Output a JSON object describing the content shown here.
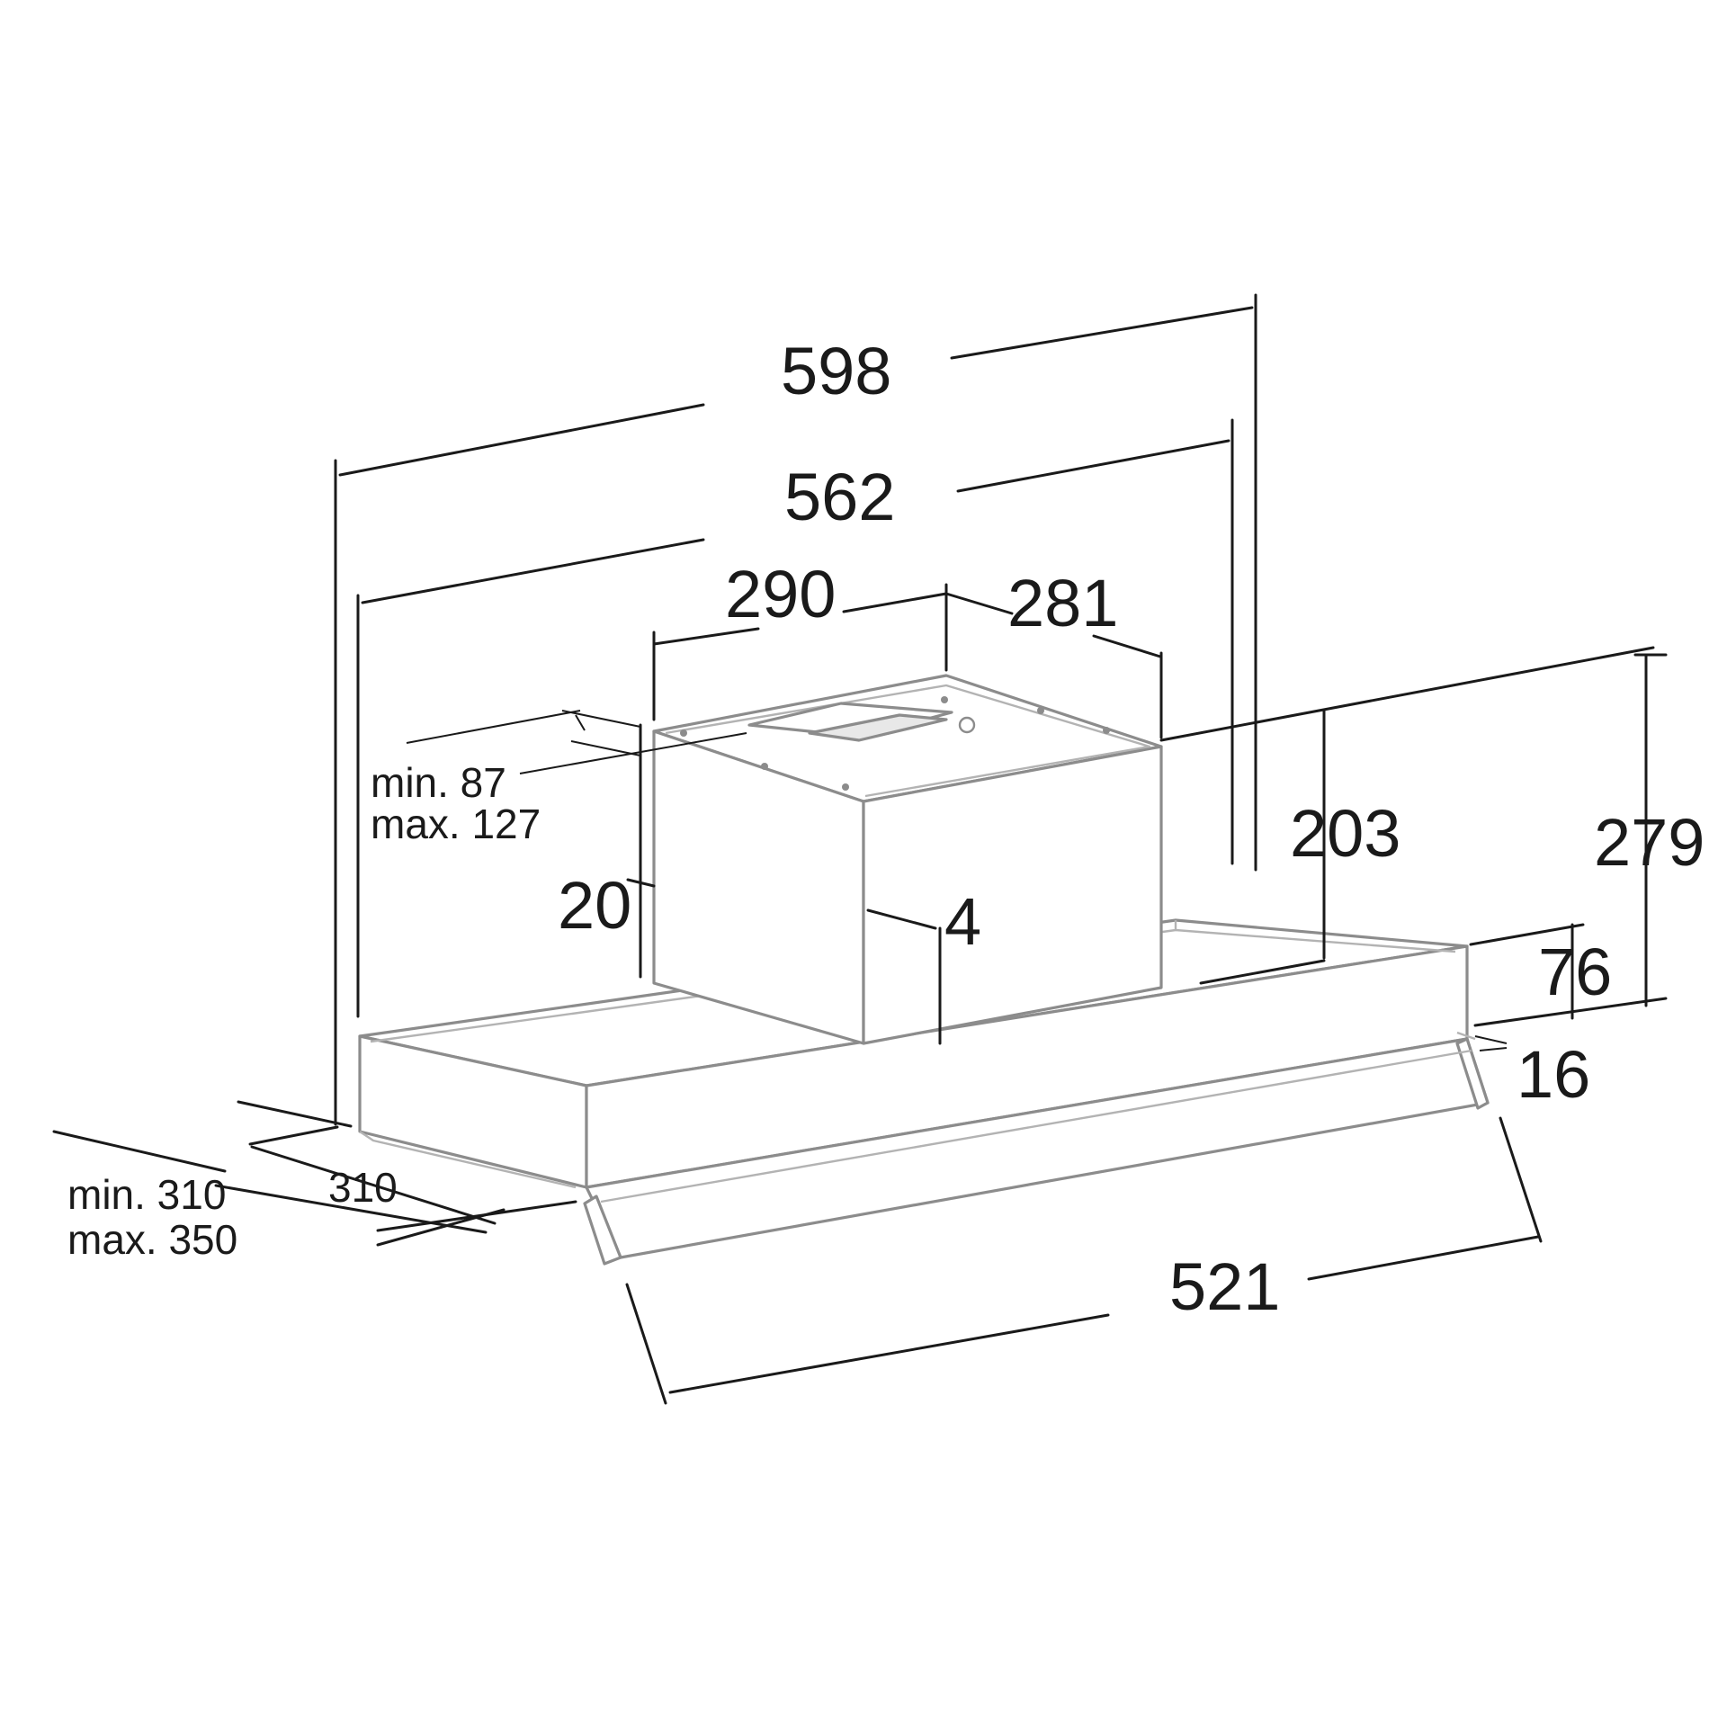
{
  "diagram": {
    "dimensions": {
      "width_total": "598",
      "width_inner": "562",
      "motor_width": "290",
      "motor_depth": "281",
      "motor_height_offset": "20",
      "motor_front_offset": "4",
      "depth_203": "203",
      "height_total": "279",
      "body_height": "76",
      "visor_height": "16",
      "visor_width": "521",
      "depth_fixed": "310",
      "depth_range_min": "min. 310",
      "depth_range_max": "max. 350",
      "outlet_range_min": "min. 87",
      "outlet_range_max": "max. 127"
    },
    "colors": {
      "drawing_stroke": "#8c8c8c",
      "dimension_stroke": "#1a1a1a",
      "background": "#ffffff"
    }
  }
}
